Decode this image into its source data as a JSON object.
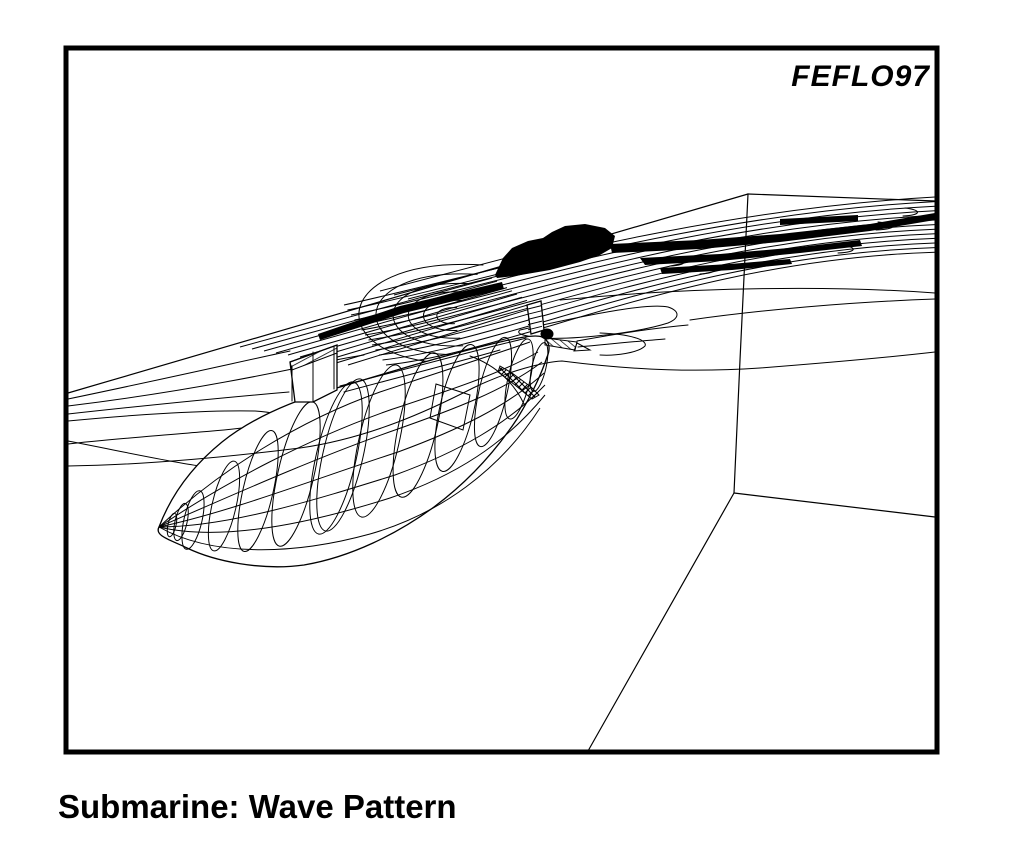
{
  "figure": {
    "watermark": "FEFLO97",
    "caption": "Submarine: Wave Pattern"
  },
  "chart_data": {
    "type": "heatmap",
    "subtype": "3d-wireframe-contour-plot",
    "title": "FEFLO97",
    "caption": "Submarine: Wave Pattern",
    "description": "Hidden-line monochrome wireframe view of a submarine hull travelling below a free surface. Contour lines on the free surface show the computed wave-elevation pattern (Kelvin wake) trailing aft of the hull; contours bunch into solid black bands where the wave gradient is steep. The scene sits inside a box-shaped computational domain whose far vertical corner and floor edges are visible.",
    "elements": [
      "submarine hull wireframe (meridians and ring frames)",
      "sail (conning tower) with hatched top",
      "stern rudder, stern plane and hatched tail cone",
      "free-surface wave-elevation contour lines",
      "dense black contour bands in the wake",
      "computational domain box edges (free-surface edge, vertical corner, floor edges)"
    ],
    "axes": "none visible",
    "tick_labels": "none visible",
    "data_labels": "none visible",
    "legend": "none",
    "colors": {
      "lines": "#000000",
      "background": "#ffffff"
    }
  }
}
